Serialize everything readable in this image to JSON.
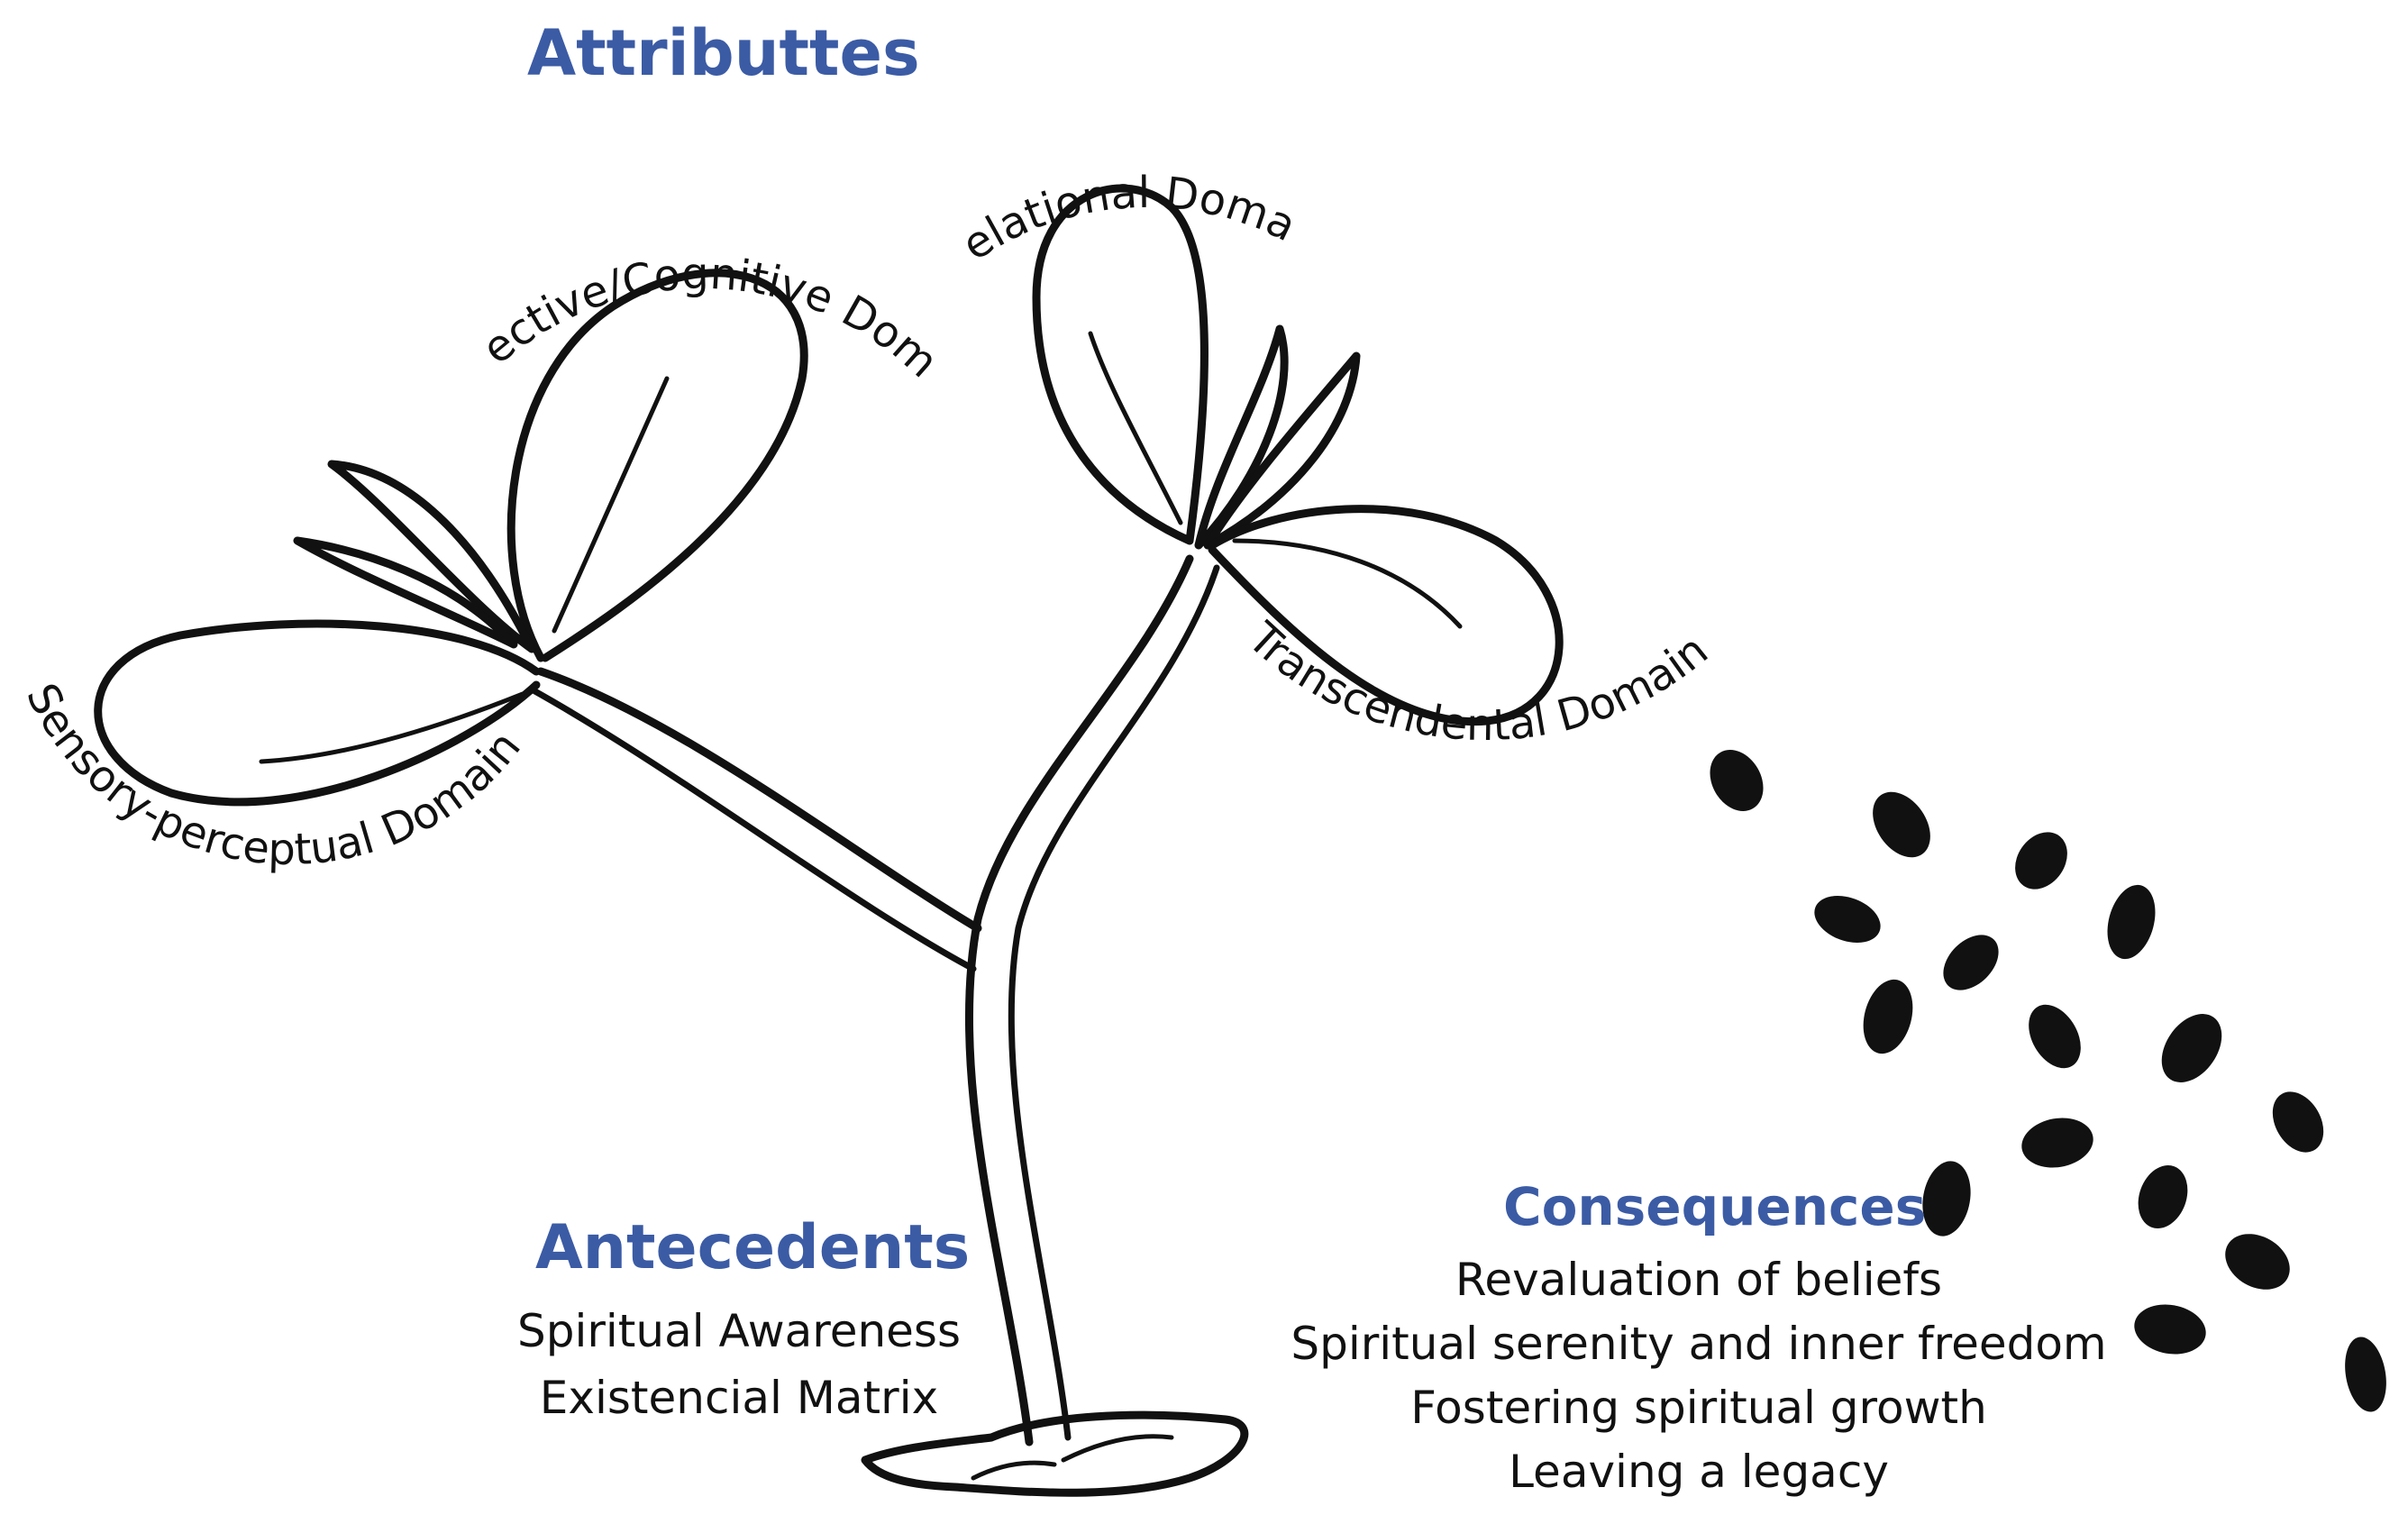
{
  "attributes": {
    "title": "Attributtes"
  },
  "domains": {
    "sensory": "Sensory-perceptual Domain",
    "affective": "Affective/Cognitive Domain",
    "relational": "Relational Domain",
    "transcendental": "Transcendental Domain"
  },
  "antecedents": {
    "title": "Antecedents",
    "items": [
      "Spiritual Awareness",
      "Existencial Matrix"
    ]
  },
  "consequences": {
    "title": "Consequences",
    "items": [
      "Revaluation of beliefs",
      "Spiritual serenity and inner freedom",
      "Fostering spiritual growth",
      "Leaving a legacy"
    ]
  },
  "colors": {
    "heading": "#3b5ba5",
    "ink": "#111111",
    "background": "#ffffff"
  },
  "icons": [
    "sprout-illustration",
    "seed-icon"
  ]
}
